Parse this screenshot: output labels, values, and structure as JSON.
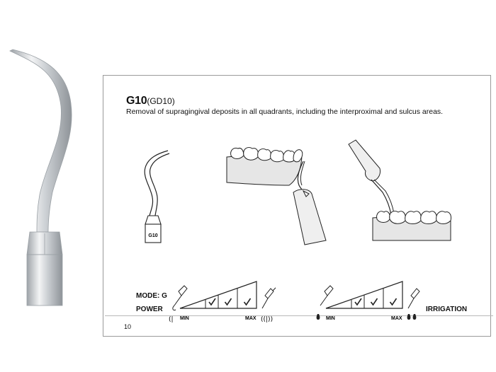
{
  "title": {
    "code": "G10",
    "alt_code": "(GD10)"
  },
  "description": "Removal of supragingival deposits in all quadrants, including the interproximal and sulcus areas.",
  "tip_label": "G10",
  "mode_label": "MODE: G",
  "power_label": "POWER",
  "irrigation_label": "IRRIGATION",
  "power_scale": {
    "min_label": "MIN",
    "max_label": "MAX",
    "checked_steps": 3
  },
  "irrigation_scale": {
    "min_label": "MIN",
    "max_label": "MAX",
    "checked_steps": 3
  },
  "page_number": "10",
  "colors": {
    "metal_light": "#e8eaec",
    "metal_dark": "#a4a8ad",
    "gum": "#e6e6e6",
    "line": "#222222"
  }
}
